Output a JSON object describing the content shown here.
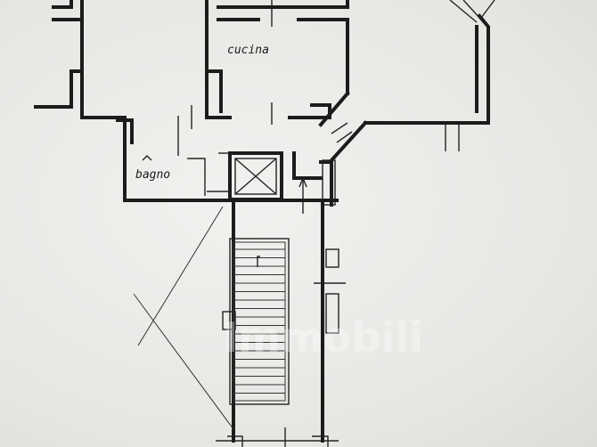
{
  "plan": {
    "rooms": [
      {
        "id": "kitchen",
        "label": "cucina"
      },
      {
        "id": "bathroom",
        "label": "bagno"
      }
    ],
    "watermark": "Immobili",
    "colors": {
      "paper": "#e9e9e7",
      "ink": "#1c1c1c"
    }
  }
}
